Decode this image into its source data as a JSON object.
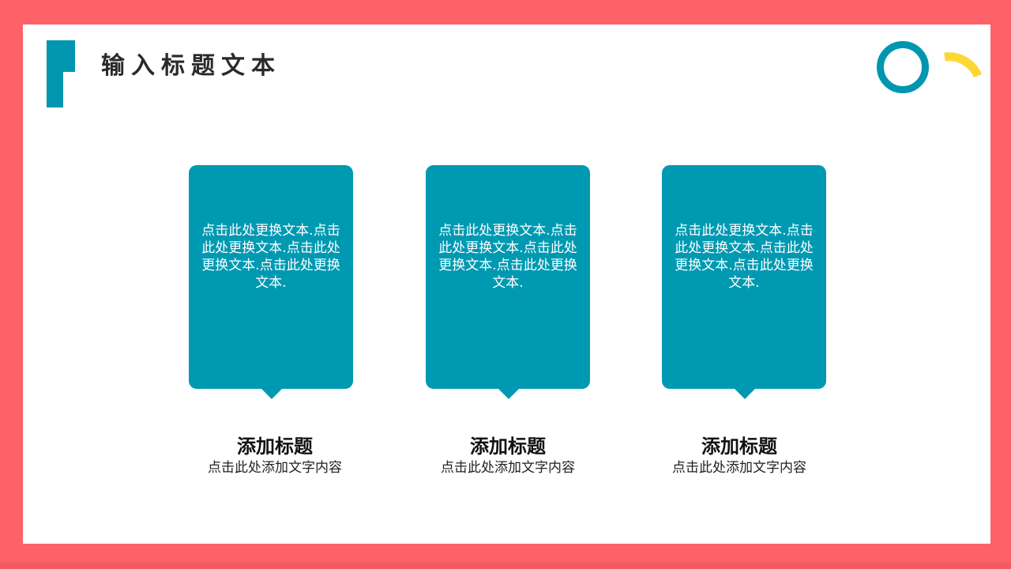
{
  "slide": {
    "title": "输入标题文本",
    "colors": {
      "frame": "#ff6168",
      "accent_teal": "#0099b2",
      "accent_yellow": "#fdd835",
      "background": "#ffffff"
    }
  },
  "cards": [
    {
      "body": "点击此处更换文本.点击此处更换文本.点击此处更换文本.点击此处更换文本.",
      "heading": "添加标题",
      "subtext": "点击此处添加文字内容"
    },
    {
      "body": "点击此处更换文本.点击此处更换文本.点击此处更换文本.点击此处更换文本.",
      "heading": "添加标题",
      "subtext": "点击此处添加文字内容"
    },
    {
      "body": "点击此处更换文本.点击此处更换文本.点击此处更换文本.点击此处更换文本.",
      "heading": "添加标题",
      "subtext": "点击此处添加文字内容"
    }
  ]
}
